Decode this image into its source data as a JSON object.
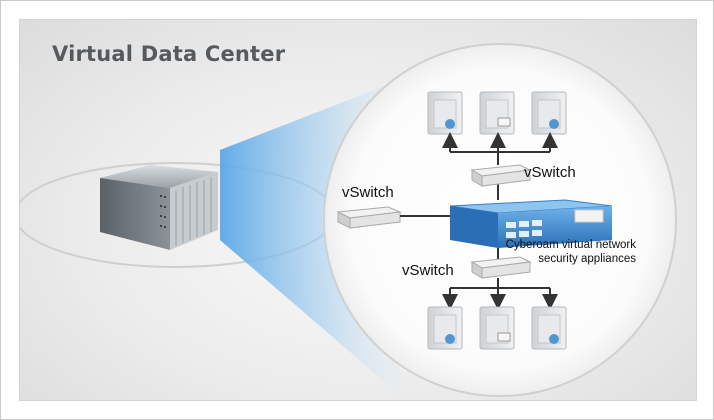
{
  "title": "Virtual Data Center",
  "labels": {
    "vswitch_top": "vSwitch",
    "vswitch_left": "vSwitch",
    "vswitch_bottom": "vSwitch",
    "appliance_line1": "Cyberoam virtual network",
    "appliance_line2": "security appliances"
  },
  "colors": {
    "beam": "#9cc8ec",
    "appliance": "#3f8fd6",
    "title": "#555a5e"
  },
  "icons": {
    "server_rack": "server-rack-icon",
    "tower_server": "tower-server-icon",
    "switch": "switch-icon",
    "appliance": "security-appliance-icon"
  }
}
